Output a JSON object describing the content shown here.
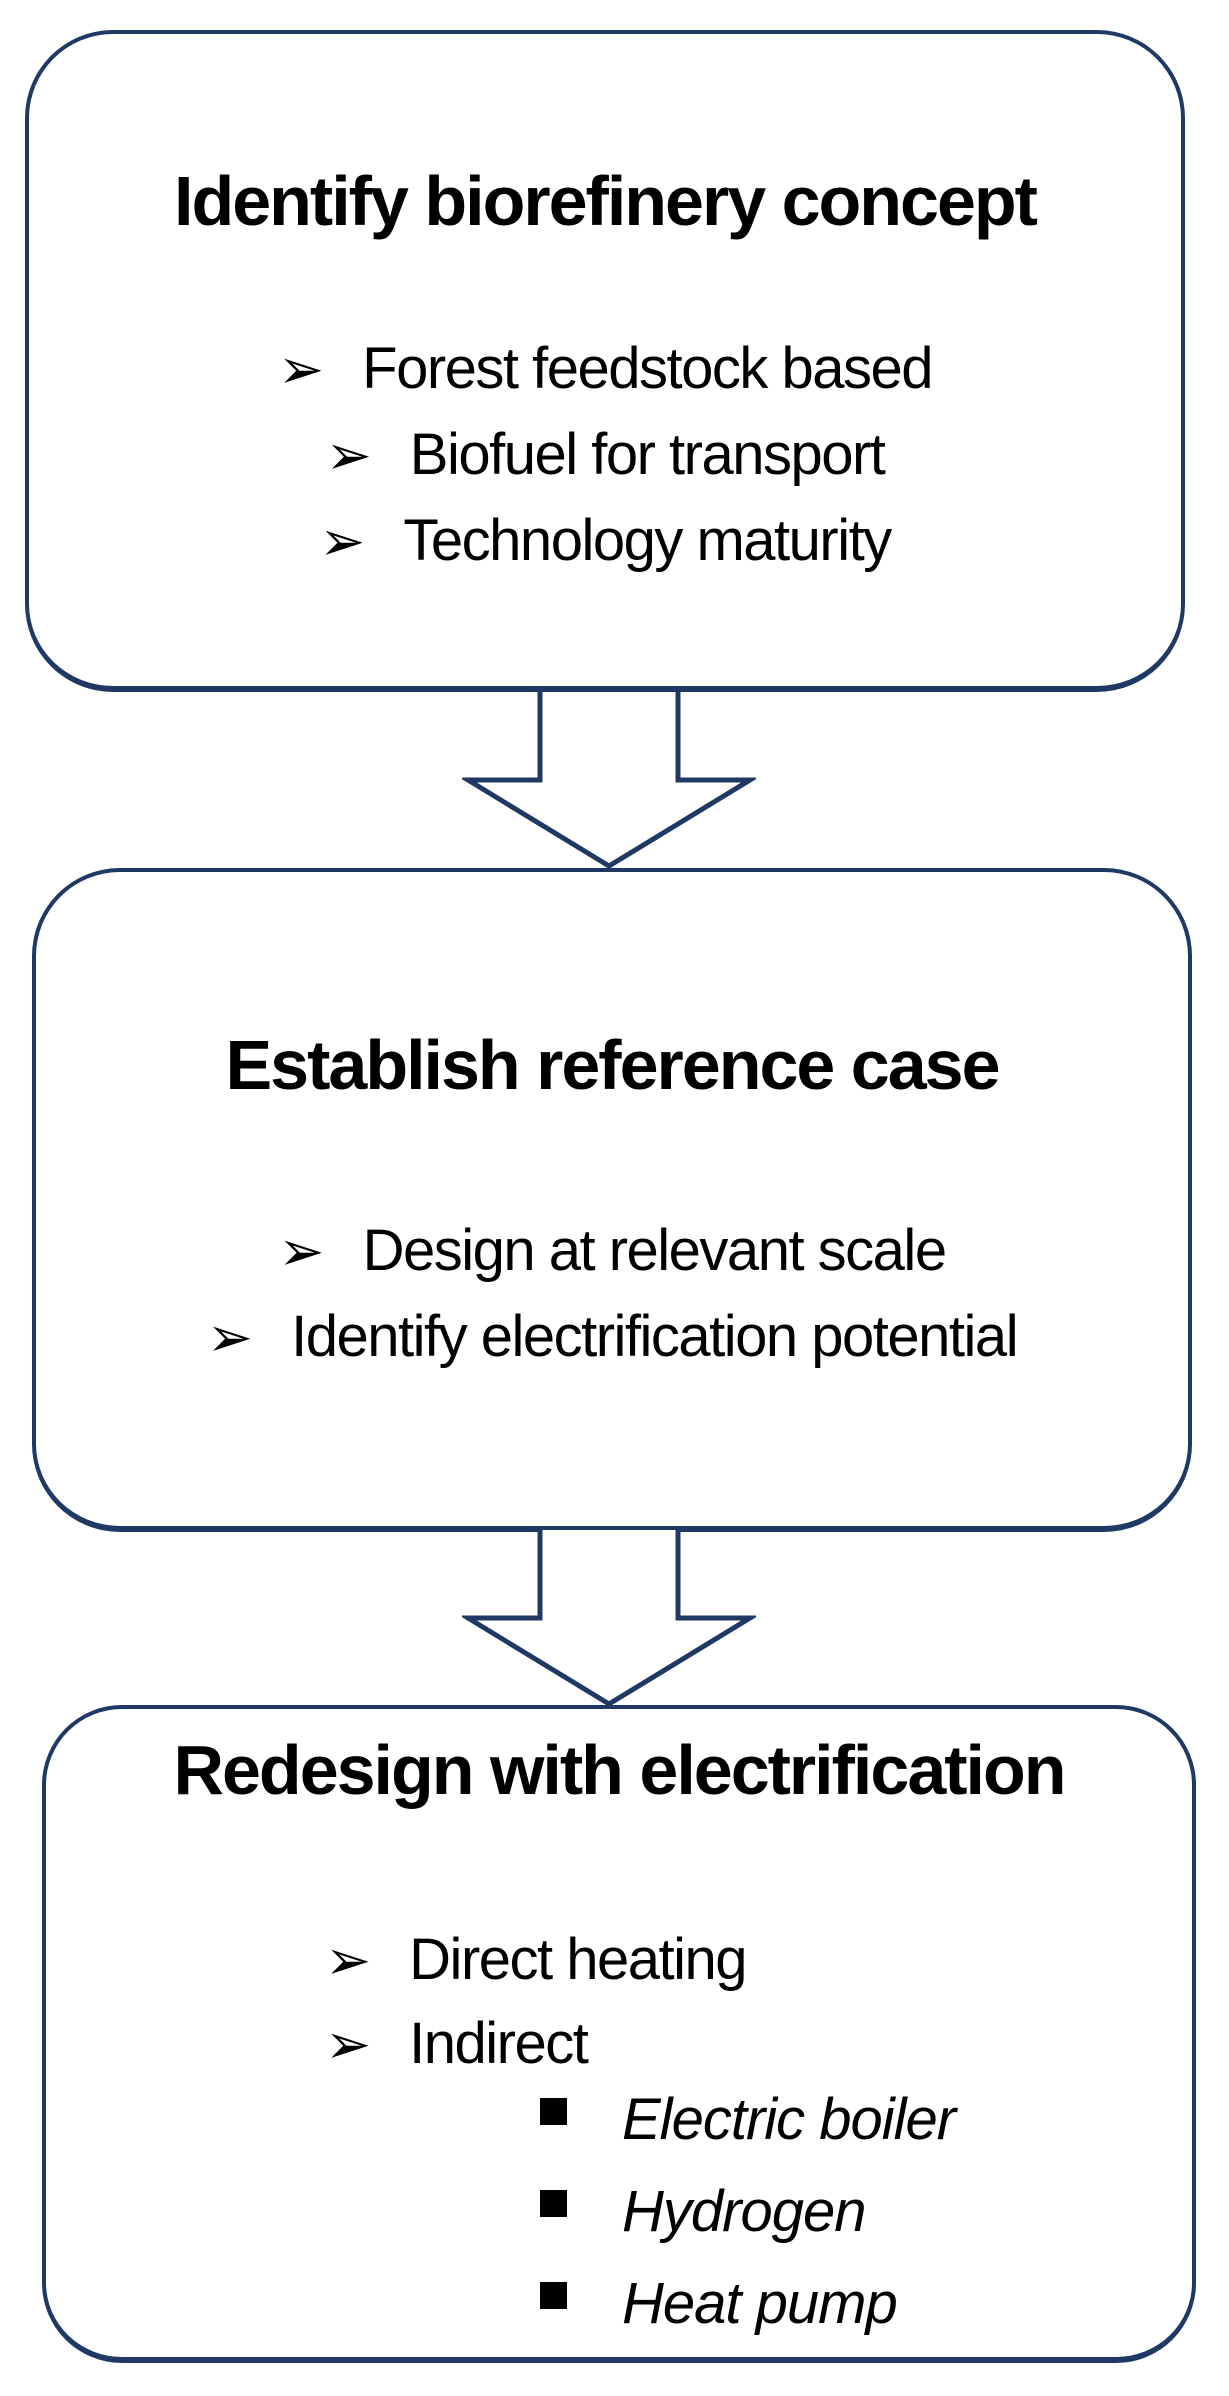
{
  "diagram": {
    "description": "Three-step flowchart of biorefinery electrification methodology",
    "background_color": "#ffffff",
    "border_color": "#1f3864",
    "text_color": "#000000",
    "bullet_glyph": "➢",
    "boxes": [
      {
        "title": "Identify biorefinery concept",
        "bullets": [
          "Forest feedstock based",
          "Biofuel for transport",
          "Technology maturity"
        ]
      },
      {
        "title": "Establish reference case",
        "bullets": [
          "Design at relevant scale",
          "Identify electrification potential"
        ]
      },
      {
        "title": "Redesign with electrification",
        "bullets": [
          "Direct heating",
          "Indirect"
        ],
        "sub_bullets": [
          "Electric boiler",
          "Hydrogen",
          "Heat pump"
        ]
      }
    ]
  }
}
